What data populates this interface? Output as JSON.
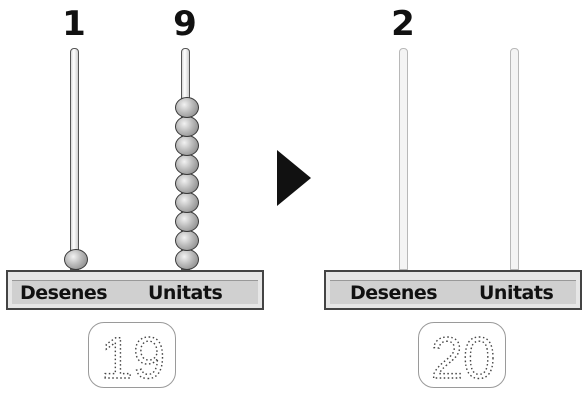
{
  "left_abacus": {
    "tens_digit": "1",
    "units_digit": "9",
    "tens_beads": 1,
    "units_beads": 9,
    "tens_label": "Desenes",
    "units_label": "Unitats",
    "number": "19"
  },
  "right_abacus": {
    "tens_digit": "2",
    "units_digit": "",
    "tens_beads": 0,
    "units_beads": 0,
    "tens_label": "Desenes",
    "units_label": "Unitats",
    "number": "20"
  },
  "colors": {
    "rod_dark": "#555555",
    "rod_light": "#b8b8b8",
    "arrow": "#111111"
  },
  "icons": {
    "transition": "right-triangle-arrow-icon"
  }
}
